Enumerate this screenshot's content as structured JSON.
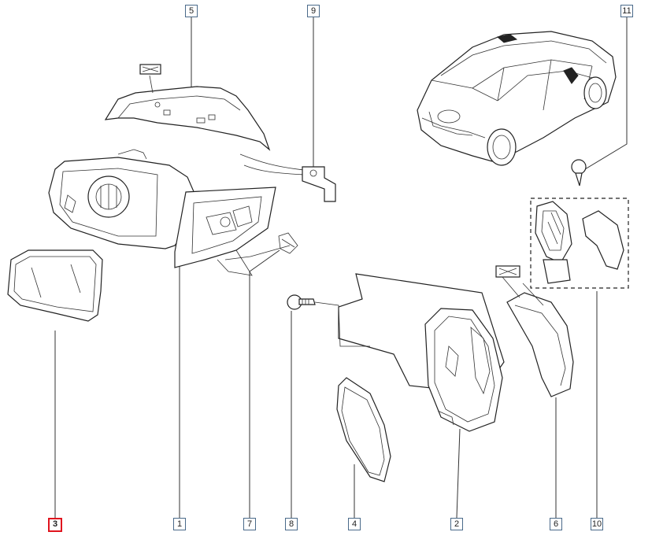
{
  "callouts": [
    {
      "id": "5",
      "label": "5"
    },
    {
      "id": "9",
      "label": "9"
    },
    {
      "id": "11",
      "label": "11"
    },
    {
      "id": "3",
      "label": "3",
      "selected": true
    },
    {
      "id": "1",
      "label": "1"
    },
    {
      "id": "7",
      "label": "7"
    },
    {
      "id": "8",
      "label": "8"
    },
    {
      "id": "4",
      "label": "4"
    },
    {
      "id": "2",
      "label": "2"
    },
    {
      "id": "6",
      "label": "6"
    },
    {
      "id": "10",
      "label": "10"
    }
  ],
  "colors": {
    "selected_border": "#e0141e",
    "callout_border": "#4a6a8a",
    "line": "#222222"
  }
}
